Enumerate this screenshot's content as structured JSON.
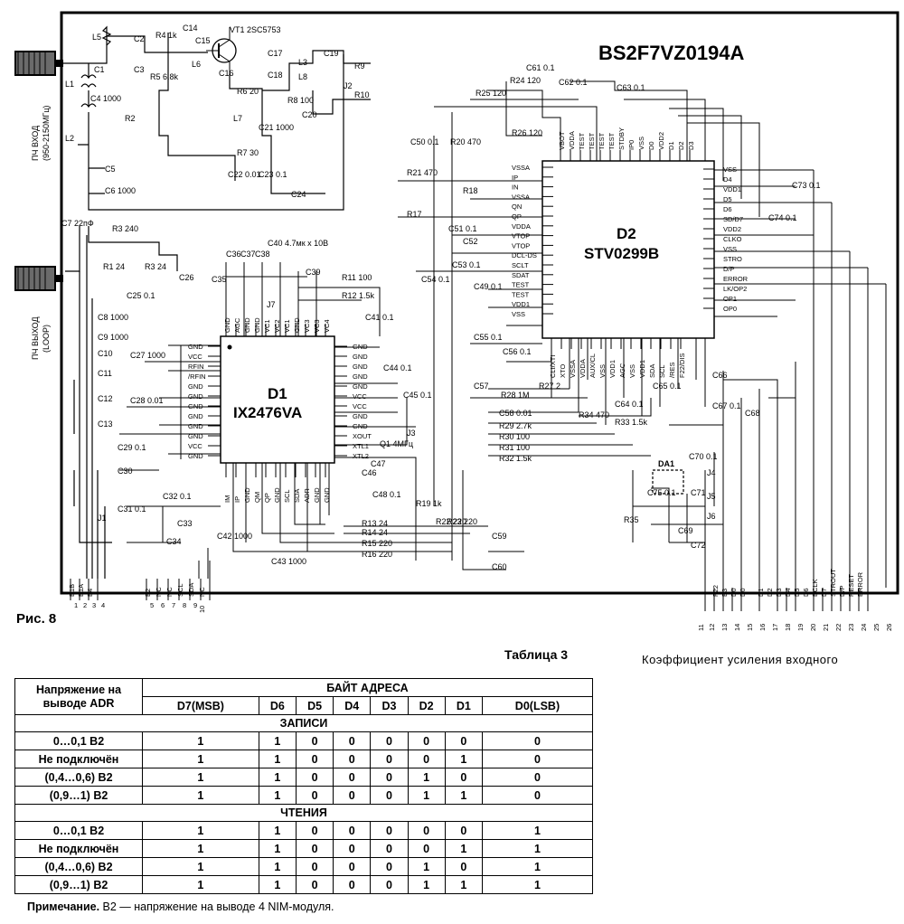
{
  "schematic": {
    "model": "BS2F7VZ0194A",
    "chip_d1": {
      "ref": "D1",
      "part": "IX2476VA"
    },
    "chip_d2": {
      "ref": "D2",
      "part": "STV0299B"
    },
    "transistor": "VT1 2SC5753",
    "da1": "DA1",
    "if_input": "ПЧ ВХОД",
    "if_input_range": "(950-2150МГц)",
    "if_output": "ПЧ ВЫХОД",
    "if_output_sub": "(LOOP)",
    "d1_left_pins": [
      "GND",
      "VCC",
      "RFIN",
      "/RFIN",
      "GND",
      "GND",
      "GND",
      "GND",
      "GND",
      "GND",
      "VCC",
      "GND"
    ],
    "d1_right_pins": [
      "GND",
      "GND",
      "GND",
      "GND",
      "GND",
      "VCC",
      "VCC",
      "GND",
      "GND",
      "XOUT",
      "XTL1",
      "XTL2"
    ],
    "d1_top_pins": [
      "GND",
      "AGC",
      "GND",
      "GND",
      "VC1",
      "VC2",
      "VC1",
      "GND",
      "VC3",
      "VC3",
      "VC4"
    ],
    "d1_bottom_pins": [
      "IM",
      "IP",
      "GND",
      "QM",
      "QP",
      "GND",
      "SCL",
      "SDA",
      "ADR",
      "GND",
      "GND"
    ],
    "d2_left_pins": [
      "VSSA",
      "IP",
      "IN",
      "VSSA",
      "QN",
      "QP",
      "VDDA",
      "VTOP",
      "VTOP",
      "DCL-DS",
      "SCLT",
      "SDAT",
      "TEST",
      "TEST",
      "VDD1",
      "VSS"
    ],
    "d2_right_pins": [
      "VSS",
      "D4",
      "VDD1",
      "D5",
      "D6",
      "SD/D7",
      "VDD2",
      "CLKO",
      "VSS",
      "STRO",
      "D/P",
      "ERROR",
      "LK/OP2",
      "OP1",
      "OP0"
    ],
    "d2_top_pins": [
      "VBOT",
      "VDDA",
      "TEST",
      "TEST",
      "TEST",
      "TEST",
      "STDBY",
      "IP0",
      "VSS",
      "D0",
      "VDD2",
      "D1",
      "D2",
      "D3"
    ],
    "d2_bottom_pins": [
      "CLI/XTI",
      "XTO",
      "VSSA",
      "VDDA",
      "AUX/CL",
      "VSS",
      "VDD1",
      "AGC",
      "VSS",
      "VDD1",
      "SDA",
      "SCL",
      "/RES",
      "F22/DIS"
    ],
    "components": [
      "L5",
      "C2",
      "R4 1k",
      "C14",
      "C15",
      "C1",
      "C3",
      "L6",
      "R5 6.8k",
      "C16",
      "C17",
      "C18",
      "C19",
      "L1",
      "C4 1000",
      "R2",
      "L8",
      "L3",
      "R9",
      "R6 20",
      "R8 100",
      "C20",
      "R10",
      "L7",
      "C21 1000",
      "J2",
      "R7 30",
      "C22 0.01",
      "C23 0.1",
      "C24",
      "L2",
      "C5",
      "C6 1000",
      "C7 22пФ",
      "R3 240",
      "R1 24",
      "R3 24",
      "C26",
      "C25 0.1",
      "C8 1000",
      "C9 1000",
      "C10",
      "C11",
      "C12",
      "C13",
      "C27 1000",
      "C28 0.01",
      "C29 0.1",
      "C30",
      "C31 0.1",
      "C32 0.1",
      "C33",
      "C34",
      "C42 1000",
      "C43 1000",
      "J1",
      "C35",
      "C36",
      "C37",
      "C38",
      "C39",
      "C40 4.7мк x 10В",
      "R11 100",
      "R12 1.5k",
      "C41 0.1",
      "C44 0.1",
      "C45 0.1",
      "C46",
      "C47",
      "C48 0.1",
      "R19 1k",
      "J3",
      "Q1 4МГц",
      "R13 24",
      "R14 24",
      "R15 220",
      "R16 220",
      "R22 220",
      "R23 220",
      "C59",
      "C60",
      "C61 0.1",
      "C62 0.1",
      "C63 0.1",
      "R24 120",
      "R25 120",
      "R26 120",
      "C50 0.1",
      "R20 470",
      "R21 470",
      "R17",
      "R18",
      "C51 0.1",
      "C52",
      "C53 0.1",
      "C54 0.1",
      "C49 0.1",
      "C55 0.1",
      "C56 0.1",
      "R27 2",
      "R28 1M",
      "C57",
      "C58 0.01",
      "R29 2.7k",
      "R30 100",
      "R31 100",
      "R32 1.5k",
      "R33 1.5k",
      "R34 470",
      "C64 0.1",
      "C65 0.1",
      "C66",
      "C67 0.1",
      "C68",
      "R35",
      "C69",
      "C70 0.1",
      "C71",
      "C72",
      "C73 0.1",
      "C74 0.1",
      "C75 0.1",
      "J4",
      "J5",
      "J6",
      "J7"
    ],
    "bottom_pins_left": [
      "B1B",
      "B1A",
      "B4",
      "B2",
      "NC",
      "NC",
      "SCL",
      "SDA",
      "NC"
    ],
    "bottom_numbers_left": [
      "1",
      "2",
      "3",
      "4",
      "5",
      "6",
      "7",
      "8",
      "9",
      "10"
    ],
    "bottom_pins_right": [
      "F22",
      "B3",
      "D0",
      "D0",
      "D1",
      "D2",
      "D3",
      "D4",
      "D5",
      "D6",
      "BCLK",
      "D7",
      "STROUT",
      "D/P",
      "RESET",
      "ERROR"
    ],
    "bottom_numbers_right": [
      "11",
      "12",
      "13",
      "14",
      "15",
      "16",
      "17",
      "18",
      "19",
      "20",
      "21",
      "22",
      "23",
      "24",
      "25",
      "26"
    ]
  },
  "figure_caption": "Рис. 8",
  "table_caption": "Таблица 3",
  "side_text": "Коэффициент усиления входного",
  "table": {
    "row_header": "Напряжение на выводе ADR",
    "group_header": "БАЙТ АДРЕСА",
    "columns": [
      "D7(MSB)",
      "D6",
      "D5",
      "D4",
      "D3",
      "D2",
      "D1",
      "D0(LSB)"
    ],
    "section_write": "ЗАПИСИ",
    "section_read": "ЧТЕНИЯ",
    "write_rows": [
      {
        "label": "0…0,1 В2",
        "bits": [
          "1",
          "1",
          "0",
          "0",
          "0",
          "0",
          "0",
          "0"
        ]
      },
      {
        "label": "Не подключён",
        "bits": [
          "1",
          "1",
          "0",
          "0",
          "0",
          "0",
          "1",
          "0"
        ]
      },
      {
        "label": "(0,4…0,6) В2",
        "bits": [
          "1",
          "1",
          "0",
          "0",
          "0",
          "1",
          "0",
          "0"
        ]
      },
      {
        "label": "(0,9…1) В2",
        "bits": [
          "1",
          "1",
          "0",
          "0",
          "0",
          "1",
          "1",
          "0"
        ]
      }
    ],
    "read_rows": [
      {
        "label": "0…0,1 В2",
        "bits": [
          "1",
          "1",
          "0",
          "0",
          "0",
          "0",
          "0",
          "1"
        ]
      },
      {
        "label": "Не подключён",
        "bits": [
          "1",
          "1",
          "0",
          "0",
          "0",
          "0",
          "1",
          "1"
        ]
      },
      {
        "label": "(0,4…0,6) В2",
        "bits": [
          "1",
          "1",
          "0",
          "0",
          "0",
          "1",
          "0",
          "1"
        ]
      },
      {
        "label": "(0,9…1) В2",
        "bits": [
          "1",
          "1",
          "0",
          "0",
          "0",
          "1",
          "1",
          "1"
        ]
      }
    ]
  },
  "footnote": {
    "bold": "Примечание.",
    "text": " В2 — напряжение на выводе 4 NIM-модуля."
  }
}
